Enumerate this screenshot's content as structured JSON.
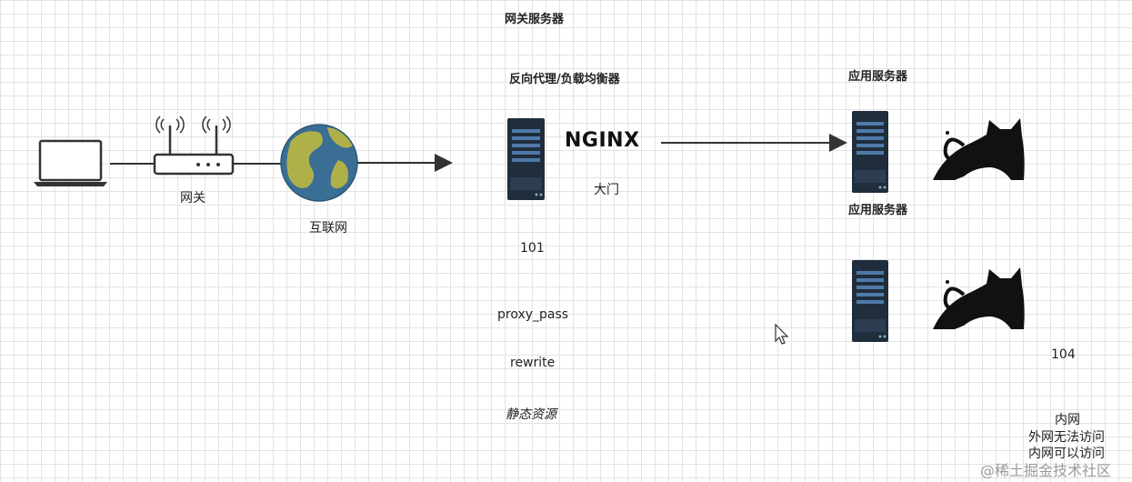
{
  "titles": {
    "gateway_server": "网关服务器",
    "reverse_proxy": "反向代理/负载均衡器",
    "app_server_1": "应用服务器",
    "app_server_2": "应用服务器"
  },
  "labels": {
    "gateway": "网关",
    "internet": "互联网",
    "nginx_logo": "NGINX",
    "gate": "大门",
    "ip_101": "101",
    "proxy_pass": "proxy_pass",
    "rewrite": "rewrite",
    "static_resource": "静态资源",
    "ip_104": "104"
  },
  "notes": {
    "intranet": "内网",
    "external_no_access": "外网无法访问",
    "internal_access": "内网可以访问"
  },
  "watermark": "@稀土掘金技术社区",
  "icons": [
    "laptop-icon",
    "router-icon",
    "globe-icon",
    "server-icon",
    "tomcat-icon",
    "mouse-cursor-icon"
  ],
  "colors": {
    "server_body": "#1f2d3d",
    "server_slot": "#4f7aa8",
    "globe_water": "#3a6e95",
    "globe_land": "#b0b04a",
    "line": "#333333"
  }
}
